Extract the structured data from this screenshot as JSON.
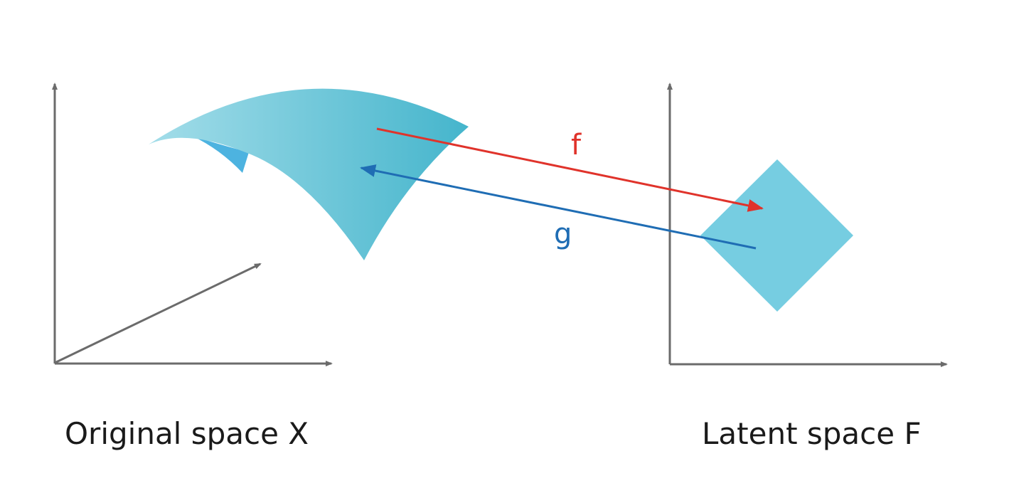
{
  "labels": {
    "original_space": "Original space X",
    "latent_space": "Latent space F",
    "encoder": "f",
    "decoder": "g"
  },
  "colors": {
    "axis": "#6b6b6b",
    "encoder_arrow": "#e0332b",
    "decoder_arrow": "#1f6db4",
    "manifold_light": "#a3dde9",
    "manifold_dark": "#45b5cc",
    "manifold_fold": "#4db3e0",
    "latent_square": "#76cde1",
    "text": "#1a1a1a"
  }
}
